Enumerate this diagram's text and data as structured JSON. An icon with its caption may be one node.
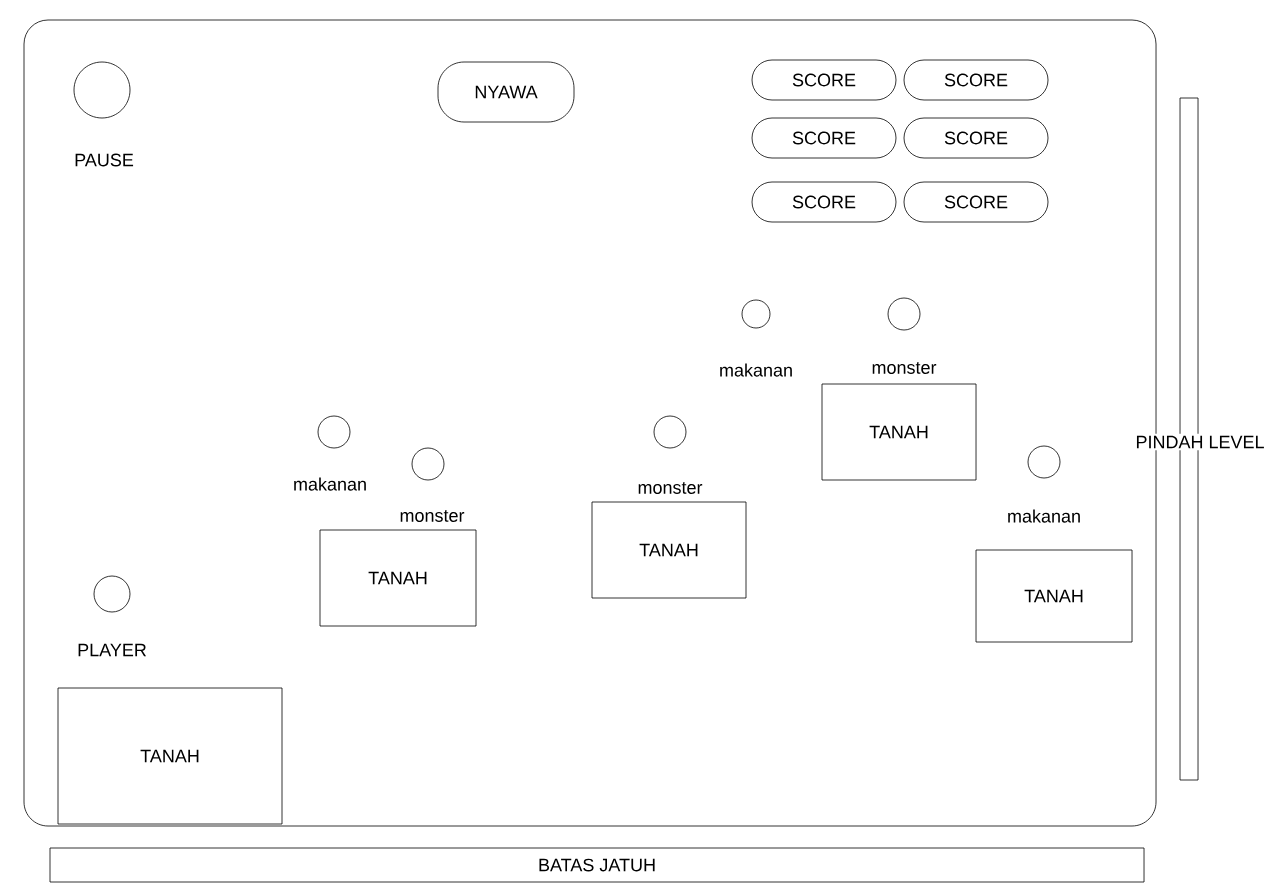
{
  "diagram": {
    "nodes": [
      {
        "text": [],
        "shape": "box"
      },
      {
        "text": [
          "PAUSE"
        ],
        "in": 0
      },
      {
        "text": [
          "NYAWA"
        ],
        "in": 0
      },
      {
        "text": [
          "SCORE"
        ],
        "in": 0
      },
      {
        "text": [
          "SCORE"
        ],
        "in": 0
      },
      {
        "text": [
          "SCORE"
        ],
        "in": 0
      },
      {
        "text": [
          "SCORE"
        ],
        "in": 0
      },
      {
        "text": [
          "SCORE"
        ],
        "in": 0
      },
      {
        "text": [
          "SCORE"
        ],
        "in": 0
      },
      {
        "text": [
          "makanan"
        ],
        "in": 0
      },
      {
        "text": [
          "monster"
        ],
        "in": 0
      },
      {
        "text": [
          "TANAH"
        ],
        "in": 0
      },
      {
        "text": [
          "makanan"
        ],
        "in": 0
      },
      {
        "text": [
          "monster"
        ],
        "in": 0
      },
      {
        "text": [
          "monster"
        ],
        "in": 0
      },
      {
        "text": [
          "TANAH"
        ],
        "in": 0
      },
      {
        "text": [
          "TANAH"
        ],
        "in": 0
      },
      {
        "text": [
          "makanan"
        ],
        "in": 0
      },
      {
        "text": [
          "TANAH"
        ],
        "in": 0
      },
      {
        "text": [
          "PLAYER"
        ],
        "in": 0
      },
      {
        "text": [
          "TANAH"
        ],
        "in": 0
      },
      {
        "text": [
          "PINDAH LEVEL"
        ]
      },
      {
        "text": [
          "BATAS JATUH"
        ]
      }
    ]
  }
}
